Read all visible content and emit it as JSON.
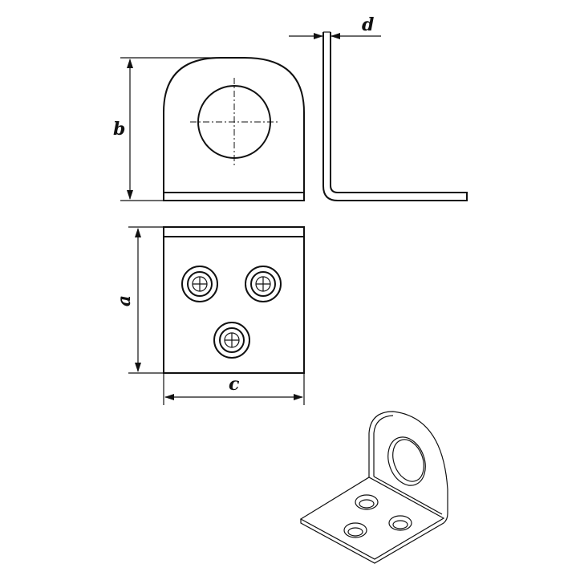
{
  "dimensions": {
    "a": "a",
    "b": "b",
    "c": "c",
    "d": "d"
  },
  "colors": {
    "line": "#111111",
    "background": "#ffffff"
  }
}
